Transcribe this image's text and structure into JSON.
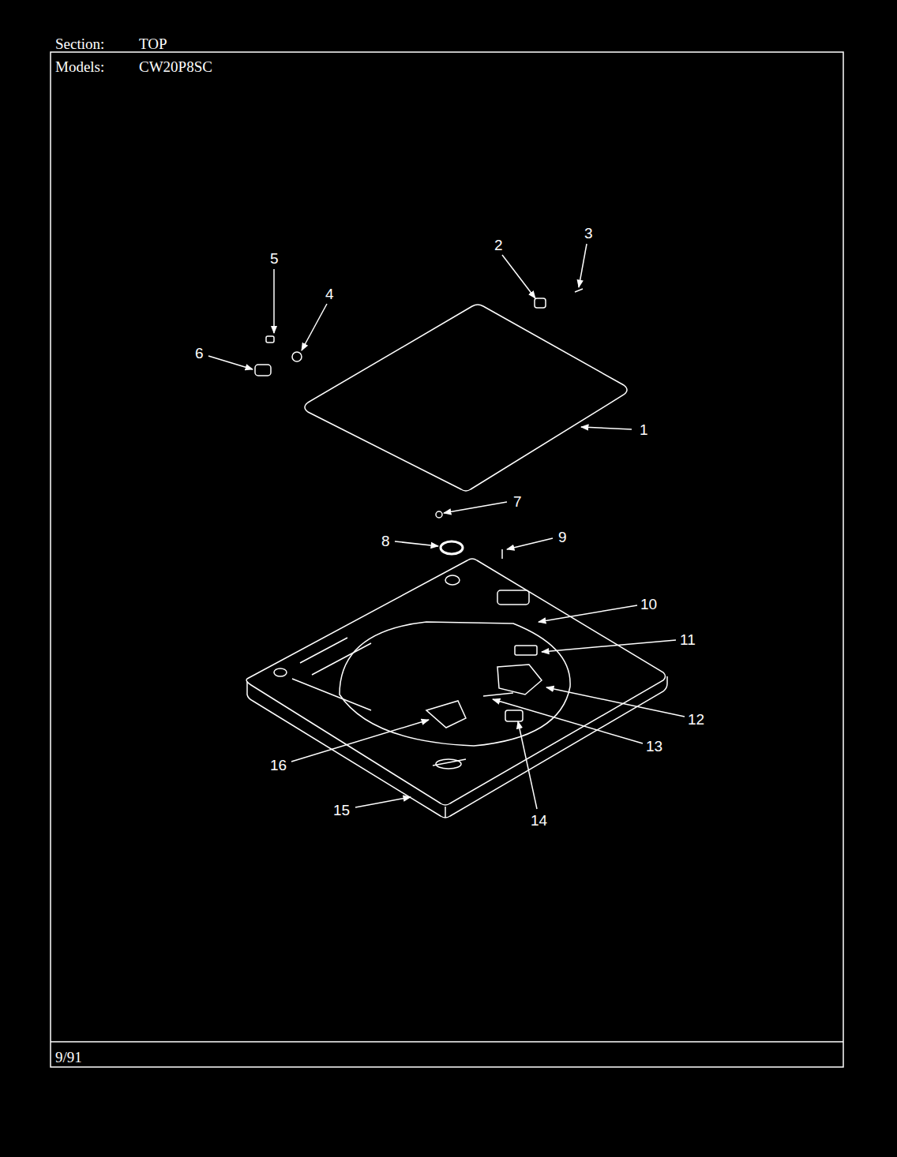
{
  "diagram": {
    "labels": [
      "Section:",
      "TOP",
      "Models:",
      "CW20P8SC",
      "1",
      "2",
      "3",
      "4",
      "5",
      "6",
      "7",
      "8",
      "9",
      "10",
      "11",
      "12",
      "13",
      "14",
      "15",
      "16",
      "9/91"
    ]
  }
}
